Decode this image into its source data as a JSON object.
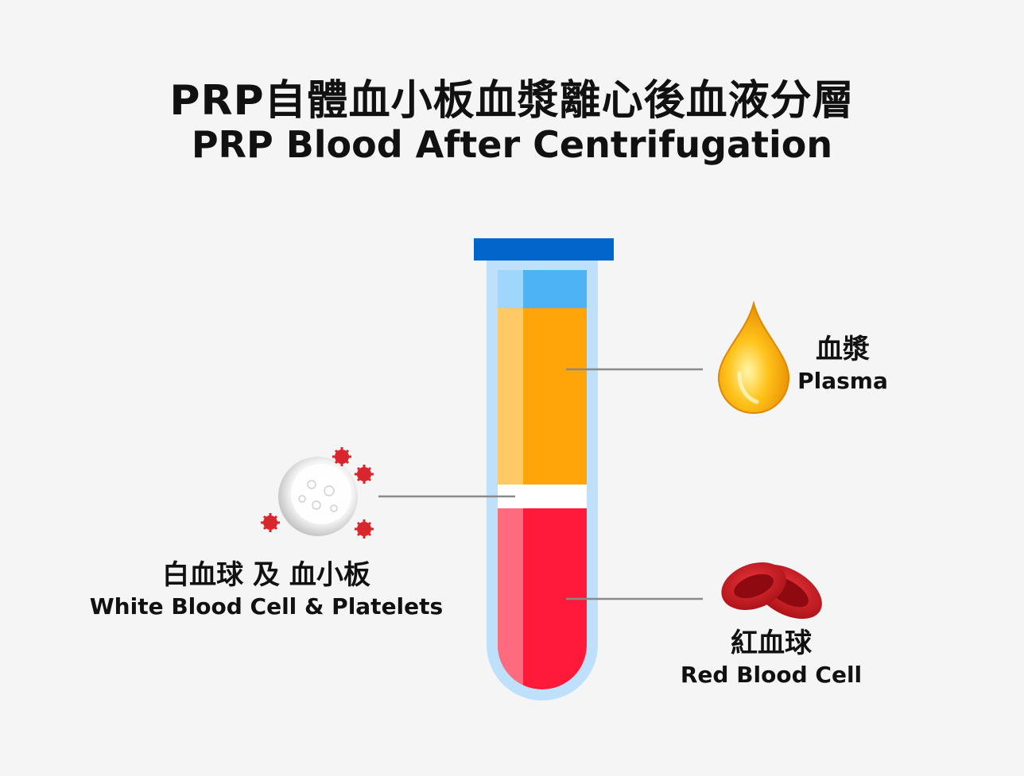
{
  "title": {
    "zh": "PRP自體血小板血漿離心後血液分層",
    "en": "PRP Blood After Centrifugation"
  },
  "layers": [
    {
      "key": "plasma",
      "zh": "血漿",
      "en": "Plasma",
      "color": "#ffa409"
    },
    {
      "key": "buffy_coat",
      "zh": "白血球 及 血小板",
      "en": "White Blood Cell & Platelets",
      "color": "#ffffff"
    },
    {
      "key": "red_cells",
      "zh": "紅血球",
      "en": "Red Blood Cell",
      "color": "#ff1a3a"
    }
  ],
  "colors": {
    "background": "#f5f5f5",
    "tube_cap": "#0066cc",
    "tube_glass": "#bfe0fb",
    "tube_top": "#4eb3f5",
    "leader_line": "#8a8a8a",
    "platelet": "#d9252c"
  },
  "icons": {
    "plasma": "oil-drop-icon",
    "white_cells": "white-blood-cell-icon",
    "red_cells": "red-blood-cells-icon"
  }
}
